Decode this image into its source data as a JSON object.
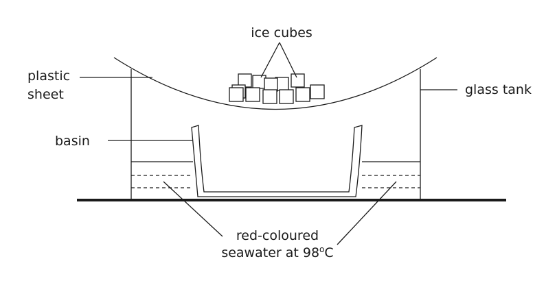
{
  "labels": {
    "ice_cubes": "ice cubes",
    "plastic_sheet_line1": "plastic",
    "plastic_sheet_line2": "sheet",
    "glass_tank": "glass tank",
    "basin": "basin",
    "seawater_line1": "red-coloured",
    "seawater_line2_text": "seawater at 98",
    "seawater_degree": "o",
    "seawater_unit": "C"
  },
  "colors": {
    "line": "#1a1a1a",
    "background": "#ffffff"
  }
}
